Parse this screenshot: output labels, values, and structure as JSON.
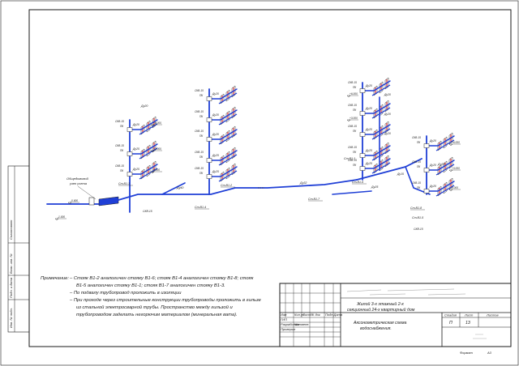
{
  "notes": {
    "label": "Примечание:",
    "line1": "– Стояк В1-2 аналогичен стояку В1-6; стояк В1-4 аналогичен стояку В1-8; стояк",
    "line2": "В1-5 аналогичен стояку В1-1; стояк В1-7 аналогичен стояку В1-3.",
    "line3": "– По подвалу трубопровод проложить в изоляции",
    "line4": "– При проходе через строительные конструкции трубопроводы проложить в гильзе",
    "line5": "из стальной электросварной трубы. Пространство между гильзой и",
    "line6": "трубопроводом заделать негорючим материалом (минеральная вата)."
  },
  "title_block": {
    "project_line1": "Жилой 3-х этажный 2-х",
    "project_line2": "секционный 24-х квартирный дом",
    "sheet_name_line1": "Аксонометрическая схема",
    "sheet_name_line2": "водоснабжения.",
    "col_stage": "Стадия",
    "col_sheet": "Лист",
    "col_sheets": "Листов",
    "stage_value": "П",
    "sheet_value": "13",
    "hdr_izm": "Изм",
    "hdr_koluch": "Кол.уч",
    "hdr_list": "Лист",
    "hdr_ndok": "№ док",
    "hdr_podp": "Подп.",
    "hdr_data": "Дата",
    "row_gip": "ГИП",
    "row_razrab": "Разработал",
    "row_razrab_name": "Матвеев",
    "row_prov": "Проверил",
    "format_label": "Формат",
    "format_value": "А3"
  },
  "side_stamp": {
    "soglasovano": "Согласовано",
    "inv_podl": "Инв. № подл.",
    "podp_data": "Подп. и дата",
    "vzam_inv": "Взам. инв. №"
  },
  "labels": {
    "meter": "Общедомовой узел учета",
    "meter_line1": "Общедомовой",
    "meter_line2": "узел учета",
    "elev_main": "-0.900",
    "elev_low": "-1.000",
    "elev_0": "0.000",
    "elev_3": "+3.000",
    "elev_6": "+6.000",
    "pk": "ПК",
    "skv": "СКВ-15",
    "dn15": "Ду15",
    "dn20": "Ду20",
    "dn25": "Ду25",
    "dn32": "Ду32",
    "dn40": "Ду40",
    "st1": "Ст.В1-1",
    "st2": "Ст.В1-2",
    "st3": "Ст.В1-3",
    "st4": "Ст.В1-4",
    "st5": "Ст.В1-5",
    "st6": "Ст.В1-6",
    "st7": "Ст.В1-7",
    "st8": "Ст.В1-8"
  },
  "colors": {
    "pipe": "#1f3fd6",
    "fixture": "#d62020",
    "ink": "#1a1a1a"
  }
}
